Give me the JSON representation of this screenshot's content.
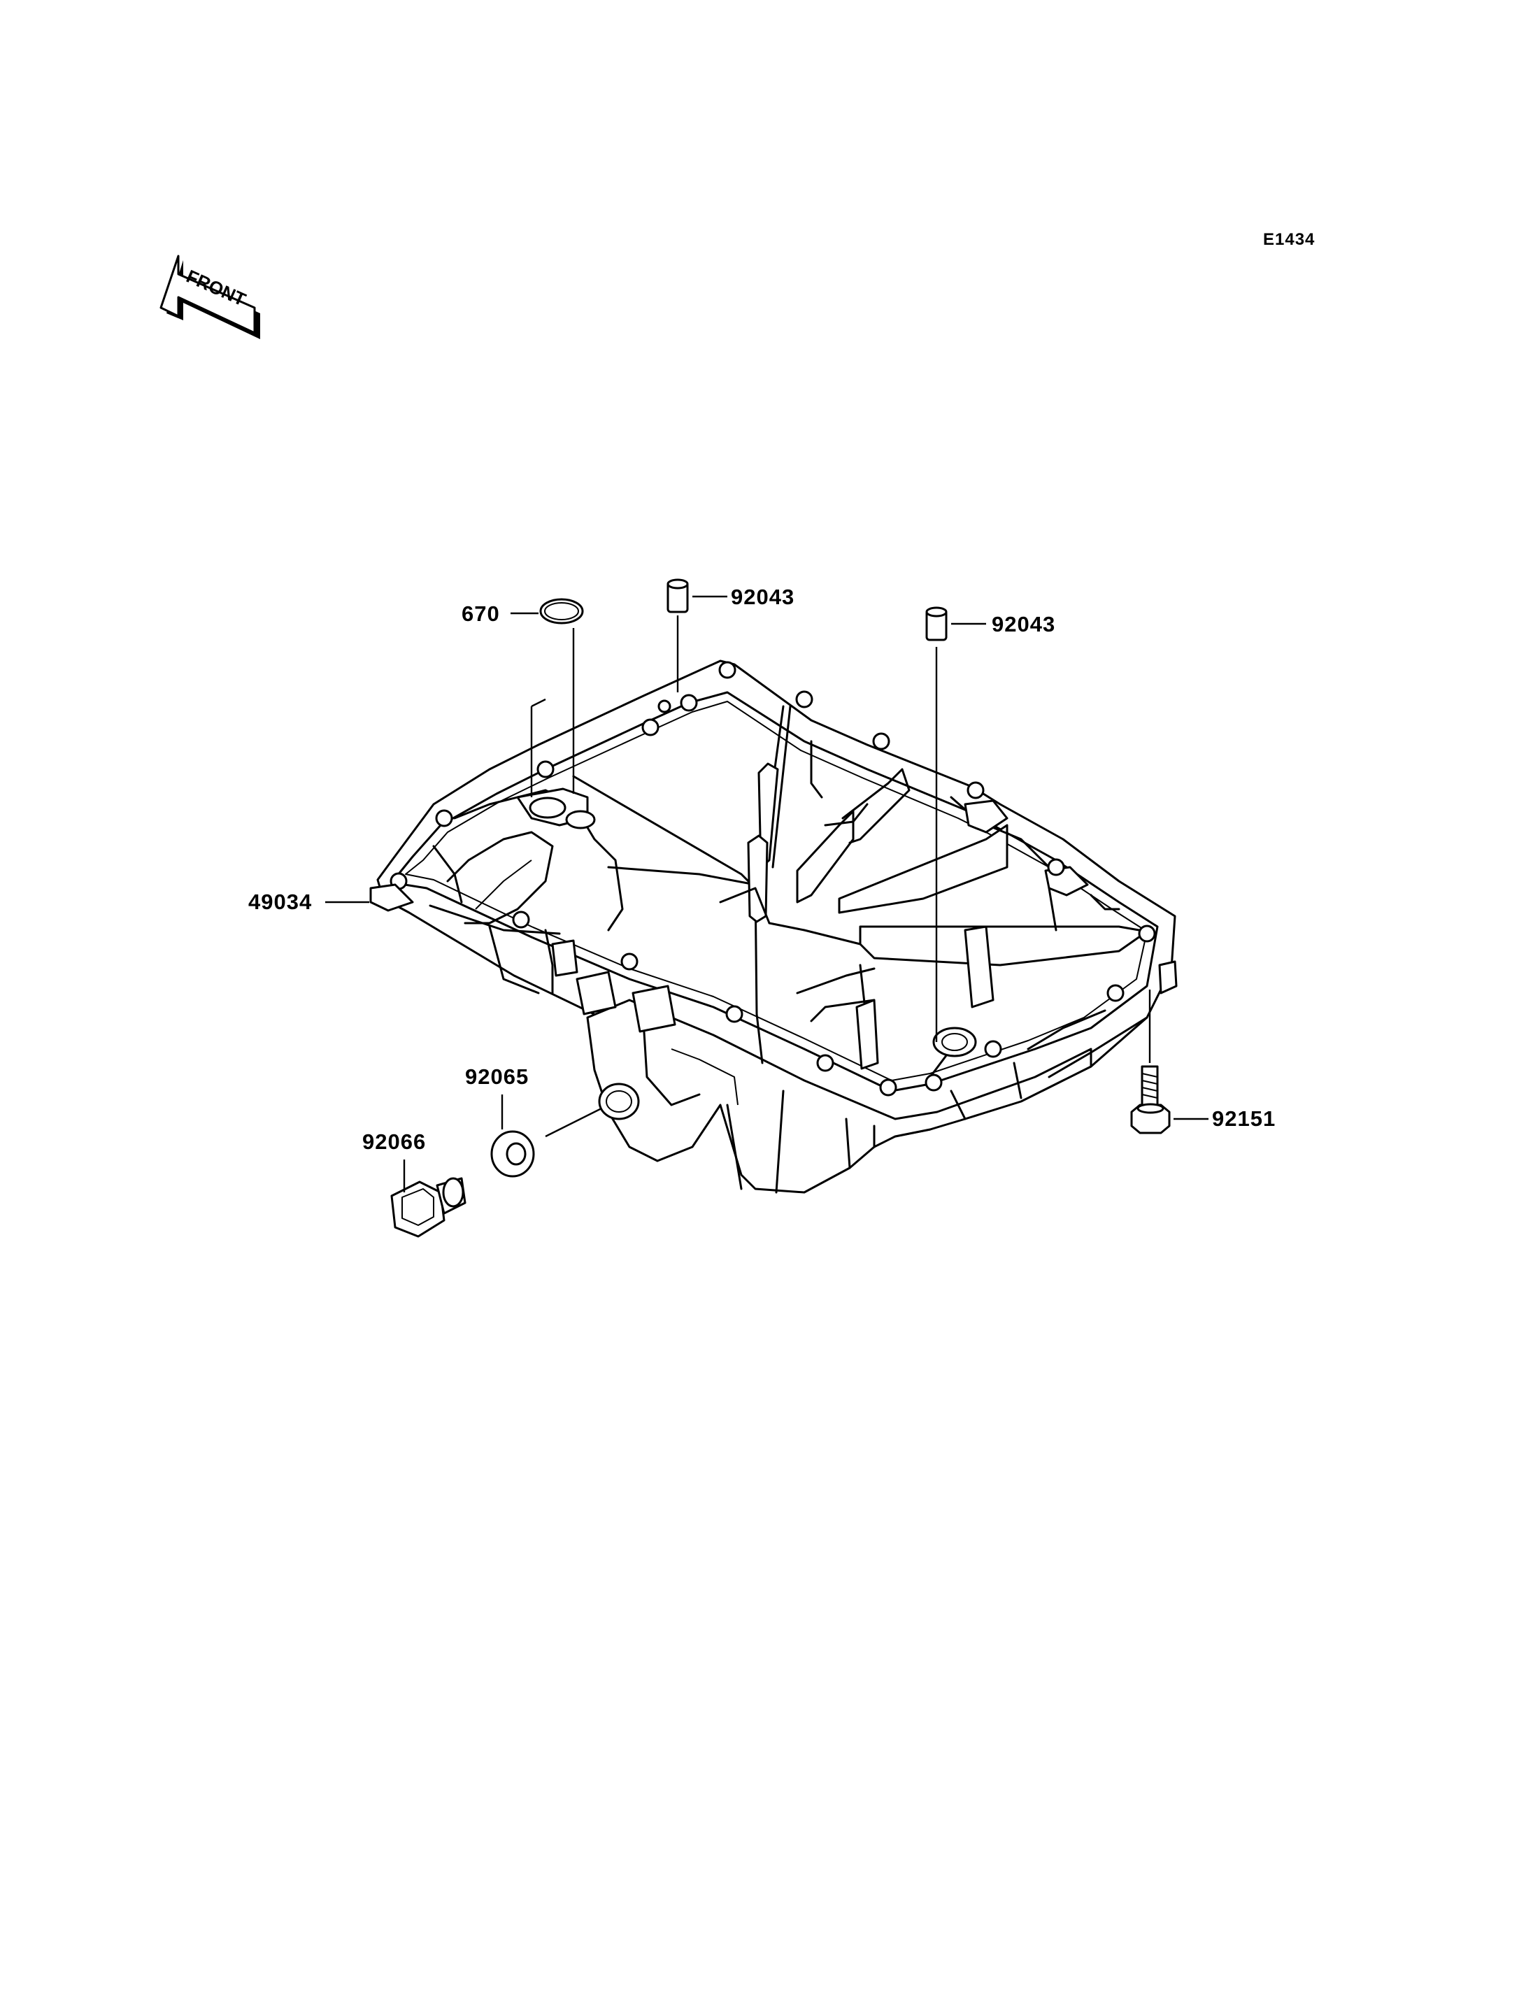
{
  "diagram": {
    "code": "E1434",
    "front_label": "FRONT",
    "parts": [
      {
        "number": "670"
      },
      {
        "number": "92043"
      },
      {
        "number": "92043"
      },
      {
        "number": "49034"
      },
      {
        "number": "92065"
      },
      {
        "number": "92066"
      },
      {
        "number": "92151"
      }
    ]
  }
}
